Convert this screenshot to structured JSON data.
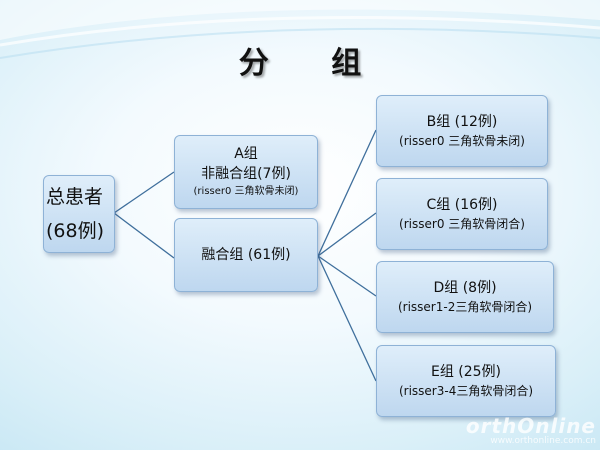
{
  "title": "分 组",
  "root": {
    "line1": "总患者",
    "line2": "(68例)"
  },
  "group_a": {
    "line1": "A组",
    "line2": "非融合组(7例)",
    "line3": "(risser0 三角软骨未闭)"
  },
  "fusion": {
    "label": "融合组 (61例)"
  },
  "groups": [
    {
      "line1": "B组 (12例)",
      "line2": "(risser0 三角软骨未闭)"
    },
    {
      "line1": "C组 (16例)",
      "line2": "(risser0 三角软骨闭合)"
    },
    {
      "line1": "D组 (8例)",
      "line2": "(risser1-2三角软骨闭合)"
    },
    {
      "line1": "E组 (25例)",
      "line2": "(risser3-4三角软骨闭合)"
    }
  ],
  "watermark": {
    "logo": "orthOnline",
    "url": "www.orthonline.com.cn"
  },
  "colors": {
    "connector": "#3f6f9c",
    "box_border": "#8eb2d6",
    "background": "#d9eff8"
  }
}
